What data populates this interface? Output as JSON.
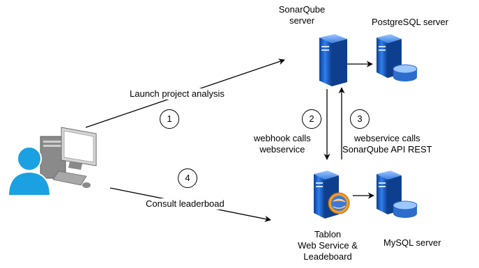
{
  "nodes": {
    "sonarqube": {
      "line1": "SonarQube",
      "line2": "server"
    },
    "postgresql": {
      "label": "PostgreSQL server"
    },
    "tablon": {
      "line1": "Tablon",
      "line2": "Web Service &",
      "line3": "Leadeboard"
    },
    "mysql": {
      "label": "MySQL server"
    }
  },
  "edges": {
    "launch": {
      "label": "Launch project analysis",
      "step": "1"
    },
    "webhook": {
      "line1": "webhook calls",
      "line2": "webservice",
      "step": "2"
    },
    "api": {
      "line1": "webservice calls",
      "line2": "SonarQube API REST",
      "step": "3"
    },
    "consult": {
      "label": "Consult leaderboad",
      "step": "4"
    }
  },
  "colors": {
    "server_blue": "#2f6fd1",
    "user_blue": "#1ba1e2",
    "computer_gray": "#7a7a7a"
  },
  "icons": [
    "user-icon",
    "computer-icon",
    "server-icon",
    "database-icon",
    "firewall-icon"
  ]
}
